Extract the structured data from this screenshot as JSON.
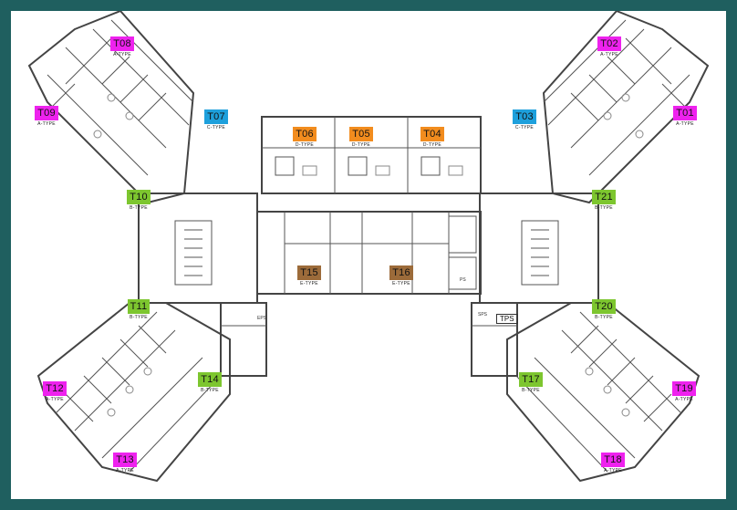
{
  "colors": {
    "frame": "#1f5f5f",
    "A": "#ee22ee",
    "B": "#7dc62f",
    "C": "#1ea0dc",
    "D": "#f28c1e",
    "E": "#9c6b3a",
    "line": "#555555"
  },
  "units": [
    {
      "id": "T01",
      "type": "A-TYPE",
      "color": "A"
    },
    {
      "id": "T02",
      "type": "A-TYPE",
      "color": "A"
    },
    {
      "id": "T03",
      "type": "C-TYPE",
      "color": "C"
    },
    {
      "id": "T04",
      "type": "D-TYPE",
      "color": "D"
    },
    {
      "id": "T05",
      "type": "D-TYPE",
      "color": "D"
    },
    {
      "id": "T06",
      "type": "D-TYPE",
      "color": "D"
    },
    {
      "id": "T07",
      "type": "C-TYPE",
      "color": "C"
    },
    {
      "id": "T08",
      "type": "A-TYPE",
      "color": "A"
    },
    {
      "id": "T09",
      "type": "A-TYPE",
      "color": "A"
    },
    {
      "id": "T10",
      "type": "B-TYPE",
      "color": "B"
    },
    {
      "id": "T11",
      "type": "B-TYPE",
      "color": "B"
    },
    {
      "id": "T12",
      "type": "A-TYPE",
      "color": "A"
    },
    {
      "id": "T13",
      "type": "A-TYPE",
      "color": "A"
    },
    {
      "id": "T14",
      "type": "B-TYPE",
      "color": "B"
    },
    {
      "id": "T15",
      "type": "E-TYPE",
      "color": "E"
    },
    {
      "id": "T16",
      "type": "E-TYPE",
      "color": "E"
    },
    {
      "id": "T17",
      "type": "B-TYPE",
      "color": "B"
    },
    {
      "id": "T18",
      "type": "A-TYPE",
      "color": "A"
    },
    {
      "id": "T19",
      "type": "A-TYPE",
      "color": "A"
    },
    {
      "id": "T20",
      "type": "B-TYPE",
      "color": "B"
    },
    {
      "id": "T21",
      "type": "B-TYPE",
      "color": "B"
    }
  ],
  "labels": {
    "tps": "TPS",
    "eps": "EPS",
    "sps": "SPS",
    "ps": "PS"
  }
}
